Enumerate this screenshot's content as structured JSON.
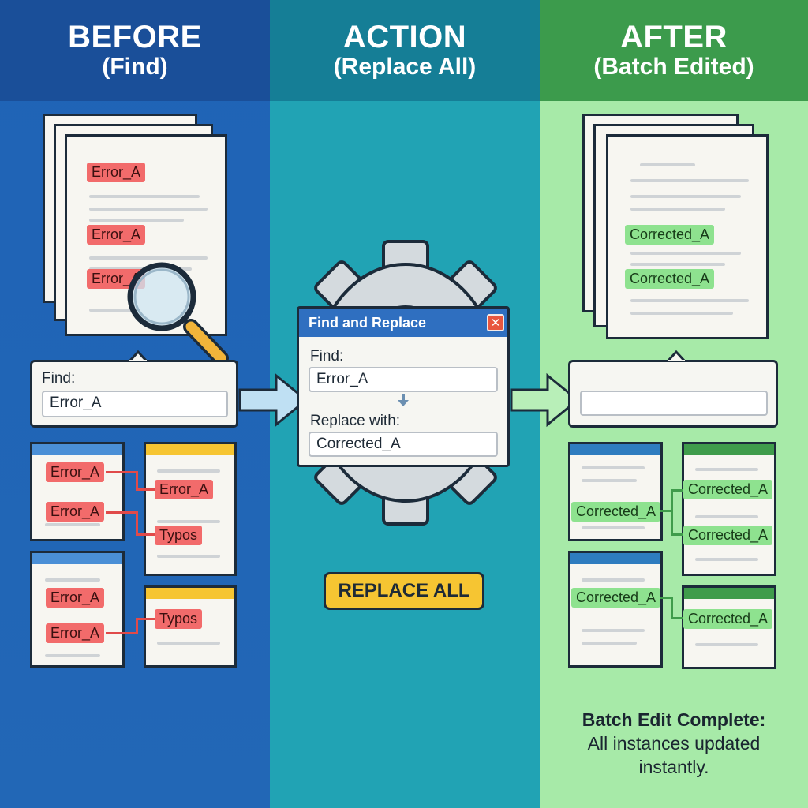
{
  "columns": {
    "before": {
      "title": "BEFORE",
      "subtitle": "(Find)"
    },
    "action": {
      "title": "ACTION",
      "subtitle": "(Replace All)"
    },
    "after": {
      "title": "AFTER",
      "subtitle": "(Batch Edited)"
    }
  },
  "before": {
    "doc_tags": [
      "Error_A",
      "Error_A",
      "Error_A"
    ],
    "find_label": "Find:",
    "find_value": "Error_A",
    "cards": {
      "left1": [
        "Error_A",
        "Error_A"
      ],
      "right1": [
        "Error_A",
        "Typos"
      ],
      "left2": [
        "Error_A",
        "Error_A"
      ],
      "right2": [
        "Typos"
      ]
    }
  },
  "dialog": {
    "title": "Find and Replace",
    "find_label": "Find:",
    "find_value": "Error_A",
    "replace_label": "Replace with:",
    "replace_value": "Corrected_A",
    "close_icon": "close-icon"
  },
  "action": {
    "replace_all_label": "REPLACE ALL"
  },
  "after": {
    "doc_tags": [
      "Corrected_A",
      "Corrected_A"
    ],
    "field_value": "",
    "cards": {
      "left1": [
        "Corrected_A"
      ],
      "right1": [
        "Corrected_A",
        "Corrected_A"
      ],
      "left2": [
        "Corrected_A"
      ],
      "right2": [
        "Corrected_A"
      ]
    },
    "note_title": "Batch Edit Complete:",
    "note_body": "All instances updated instantly."
  },
  "colors": {
    "before_bg": "#1f63b6",
    "action_bg": "#21a3b4",
    "after_bg": "#a7eaa8",
    "error_tag": "#f26b6b",
    "corrected_tag": "#8ee28f",
    "button": "#f6c532",
    "close_button": "#e8563f"
  },
  "icons": [
    "magnifier-icon",
    "gear-icon",
    "arrow-right-icon",
    "arrow-down-icon",
    "close-icon"
  ]
}
